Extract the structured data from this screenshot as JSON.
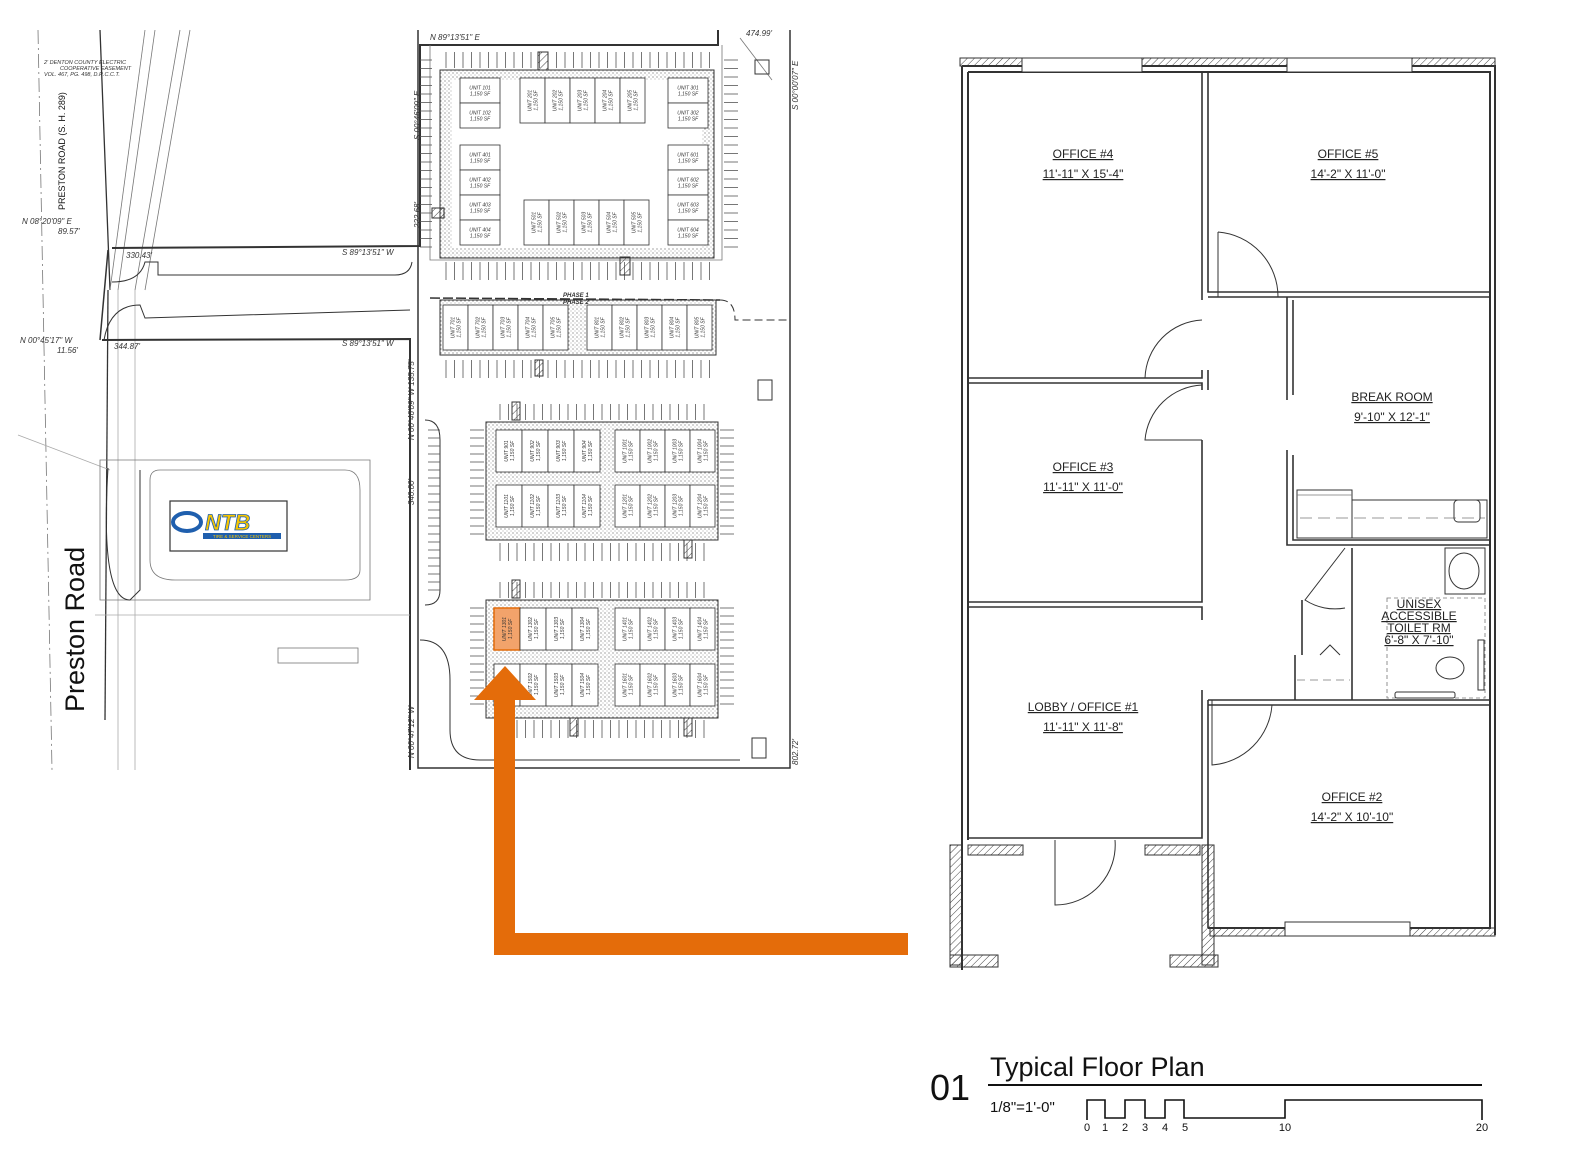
{
  "site_plan": {
    "road_label": "Preston Road",
    "road_label_small": "PRESTON ROAD (S. H. 289)",
    "easement_note": [
      "2' DENTON COUNTY ELECTRIC",
      "COOPERATIVE EASEMENT",
      "VOL. 467, PG. 498, D.R.C.C.T."
    ],
    "bearings": {
      "north_line": "N 89°13'51\" E",
      "north_dist": "474.99'",
      "west_upper": "S 00°46'09\" E",
      "east_line": "S 00°00'07\" E",
      "west_dist": "222.68'",
      "nw_bearing": "N 08°20'09\" E",
      "nw_dist": "89.57'",
      "dist_330": "330.43'",
      "s_line_1": "S 89°13'51\" W",
      "sw_bearing": "N 00°45'17\" W",
      "sw_dist": "11.56'",
      "dist_344": "344.87'",
      "s_line_2": "S 89°13'51\" W",
      "west_mid": "N 00°46'09\" W  135.75'",
      "dist_340": "340.00'",
      "west_lower": "N 00°47'12\" W",
      "east_dist": "802.72'"
    },
    "phase_labels": [
      "PHASE 1",
      "PHASE 2"
    ],
    "unit_area": "1,150 SF",
    "unit_prefix": "UNIT",
    "highlighted_unit": "1301",
    "highlight_color": "#f2a36b",
    "units": {
      "block1_left_top": [
        "101",
        "102"
      ],
      "block1_left_bottom": [
        "401",
        "402",
        "403",
        "404"
      ],
      "block1_top": [
        "201",
        "202",
        "203",
        "204",
        "205"
      ],
      "block1_bottom": [
        "501",
        "502",
        "503",
        "504",
        "505"
      ],
      "block1_right_top": [
        "301",
        "302"
      ],
      "block1_right_bottom": [
        "601",
        "602",
        "603",
        "604"
      ],
      "row7": [
        "701",
        "702",
        "703",
        "704",
        "705"
      ],
      "row8": [
        "801",
        "802",
        "803",
        "804",
        "805"
      ],
      "row9": [
        "901",
        "902",
        "903",
        "904"
      ],
      "row10": [
        "1001",
        "1002",
        "1003",
        "1004"
      ],
      "row11": [
        "1101",
        "1102",
        "1103",
        "1104"
      ],
      "row12": [
        "1201",
        "1202",
        "1203",
        "1204"
      ],
      "row13": [
        "1301",
        "1302",
        "1303",
        "1304"
      ],
      "row14": [
        "1401",
        "1402",
        "1403",
        "1404"
      ],
      "row15": [
        "1501",
        "1502",
        "1503",
        "1504"
      ],
      "row16": [
        "1601",
        "1602",
        "1603",
        "1604"
      ]
    },
    "tenant_logo": {
      "name": "NTB",
      "tagline": "TIRE & SERVICE CENTERS",
      "blue": "#1f5fae",
      "yellow": "#f5c400"
    }
  },
  "arrow_color": "#e46c0a",
  "floor_plan": {
    "rooms": [
      {
        "name": "OFFICE #4",
        "size": "11'-11\" X 15'-4\""
      },
      {
        "name": "OFFICE #5",
        "size": "14'-2\" X 11'-0\""
      },
      {
        "name": "BREAK ROOM",
        "size": "9'-10\" X 12'-1\""
      },
      {
        "name": "OFFICE #3",
        "size": "11'-11\" X 11'-0\""
      },
      {
        "name": "LOBBY / OFFICE #1",
        "size": "11'-11\" X 11'-8\""
      },
      {
        "name": "OFFICE #2",
        "size": "14'-2\" X 10'-10\""
      }
    ],
    "toilet": {
      "lines": [
        "UNISEX",
        "ACCESSIBLE",
        "TOILET RM"
      ],
      "size": "6'-8\" X 7'-10\""
    },
    "title_block": {
      "number": "01",
      "title": "Typical Floor Plan",
      "scale": "1/8\"=1'-0\"",
      "scale_ticks": [
        "0",
        "1",
        "2",
        "3",
        "4",
        "5",
        "10",
        "20"
      ]
    }
  }
}
